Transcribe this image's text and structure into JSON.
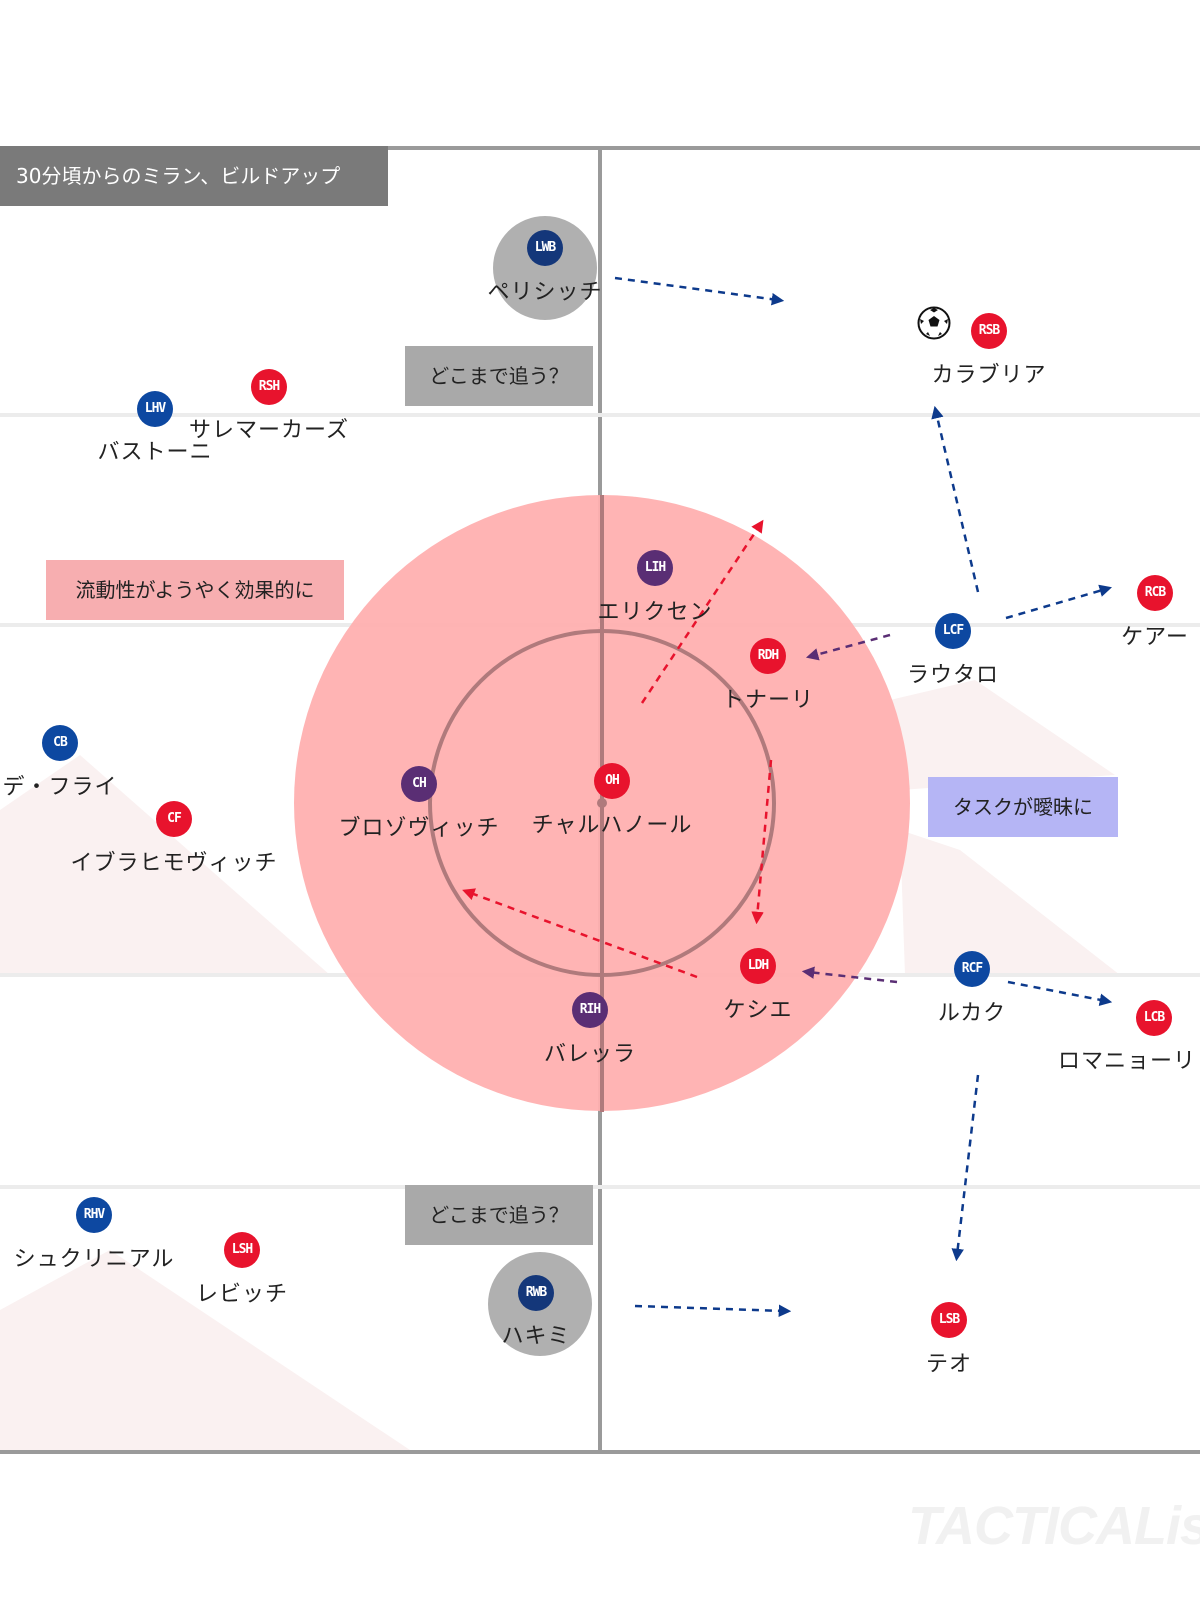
{
  "title": "30分頃からのミラン、ビルドアップ",
  "notes": {
    "press_top": "どこまで追う？",
    "press_bottom": "どこまで追う？",
    "fluidity": "流動性がようやく効果的に",
    "task": "タスクが曖昧に"
  },
  "colors": {
    "inter_blue": "#0d48a1",
    "milan_red": "#e8132d",
    "highlight_purple": "#5a2e74",
    "zone_pink": "#ffb0b0",
    "arrow_blue": "#0d3a8c",
    "arrow_red": "#e8132d",
    "arrow_purple": "#5a2e74"
  },
  "players": [
    {
      "code": "LWB",
      "name": "ペリシッチ",
      "team": "inter",
      "halo": true
    },
    {
      "code": "LHV",
      "name": "バストーニ",
      "team": "inter"
    },
    {
      "code": "RSH",
      "name": "サレマーカーズ",
      "team": "milan"
    },
    {
      "code": "RSB",
      "name": "カラブリア",
      "team": "milan"
    },
    {
      "code": "LIH",
      "name": "エリクセン",
      "team": "inter-inside"
    },
    {
      "code": "RDH",
      "name": "トナーリ",
      "team": "milan"
    },
    {
      "code": "LCF",
      "name": "ラウタロ",
      "team": "inter"
    },
    {
      "code": "RCB",
      "name": "ケアー",
      "team": "milan"
    },
    {
      "code": "CB",
      "name": "デ・フライ",
      "team": "inter"
    },
    {
      "code": "CF",
      "name": "イブラヒモヴィッチ",
      "team": "milan"
    },
    {
      "code": "CH",
      "name": "ブロゾヴィッチ",
      "team": "inter-inside"
    },
    {
      "code": "OH",
      "name": "チャルハノール",
      "team": "milan"
    },
    {
      "code": "LDH",
      "name": "ケシエ",
      "team": "milan"
    },
    {
      "code": "RCF",
      "name": "ルカク",
      "team": "inter"
    },
    {
      "code": "LCB",
      "name": "ロマニョーリ",
      "team": "milan"
    },
    {
      "code": "RIH",
      "name": "バレッラ",
      "team": "inter-inside"
    },
    {
      "code": "RHV",
      "name": "シュクリニアル",
      "team": "inter"
    },
    {
      "code": "LSH",
      "name": "レビッチ",
      "team": "milan"
    },
    {
      "code": "RWB",
      "name": "ハキミ",
      "team": "inter",
      "halo": true
    },
    {
      "code": "LSB",
      "name": "テオ",
      "team": "milan"
    }
  ],
  "ball_icon": "soccer-ball-icon",
  "watermark": "TACTICALista"
}
